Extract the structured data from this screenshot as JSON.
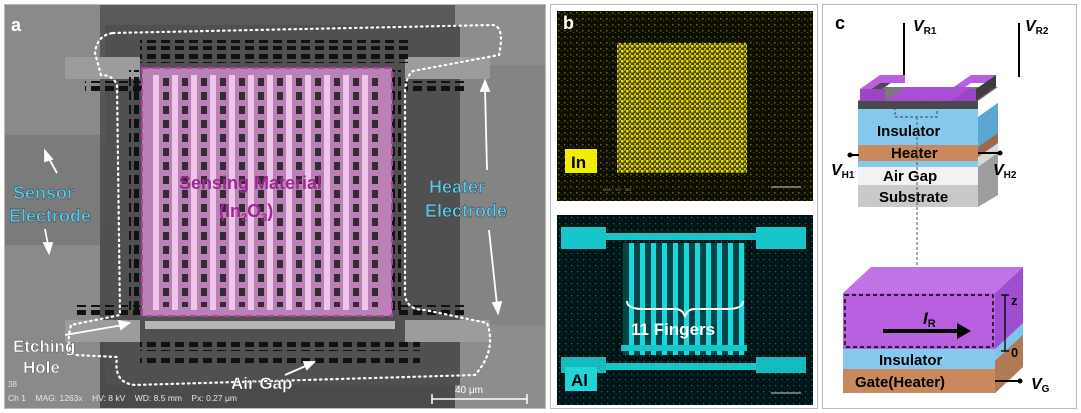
{
  "panel_a": {
    "letter": "a",
    "sensing_material_line1": "Sensing Material",
    "sensing_material_line2_prefix": "(In",
    "sensing_material_sub1": "2",
    "sensing_material_o": "O",
    "sensing_material_sub2": "3",
    "sensing_material_suffix": ")",
    "sensor_electrode_line1": "Sensor",
    "sensor_electrode_line2": "Electrode",
    "heater_electrode_line1": "Heater",
    "heater_electrode_line2": "Electrode",
    "etching_hole_line1": "Etching",
    "etching_hole_line2": "Hole",
    "air_gap": "Air Gap",
    "info_bar_prefix": "38",
    "info_bar": "Ch 1    MAG: 1263x    HV: 8 kV    WD: 8.5 mm    Px: 0.27 μm",
    "scale_bar": "40 μm",
    "colors": {
      "sensing_overlay": "#d78fd3",
      "label_blue": "#5fc6e8"
    }
  },
  "panel_b": {
    "letter": "b",
    "in_label": "In",
    "al_label": "Al",
    "fingers_label": "11 Fingers",
    "colors": {
      "in_map": "#e5e000",
      "al_map": "#19d8dd",
      "label_bg_in": "#f2ee00",
      "label_bg_al": "#1fd5d8"
    }
  },
  "panel_c": {
    "letter": "c",
    "v_r1": "V",
    "v_r1_sub": "R1",
    "v_r2": "V",
    "v_r2_sub": "R2",
    "v_h1": "V",
    "v_h1_sub": "H1",
    "v_h2": "V",
    "v_h2_sub": "H2",
    "v_g": "V",
    "v_g_sub": "G",
    "i_r": "I",
    "i_r_sub": "R",
    "layers_top": [
      "Insulator",
      "Heater",
      "Air Gap",
      "Substrate"
    ],
    "layers_bottom": [
      "Insulator",
      "Gate(Heater)"
    ],
    "z_label": "z",
    "zero_label": "0",
    "colors": {
      "purple": "#b85fe0",
      "insulator": "#86c9ee",
      "heater": "#c9885d",
      "substrate": "#c9c9c9",
      "electrode": "#4a4a4a"
    }
  }
}
